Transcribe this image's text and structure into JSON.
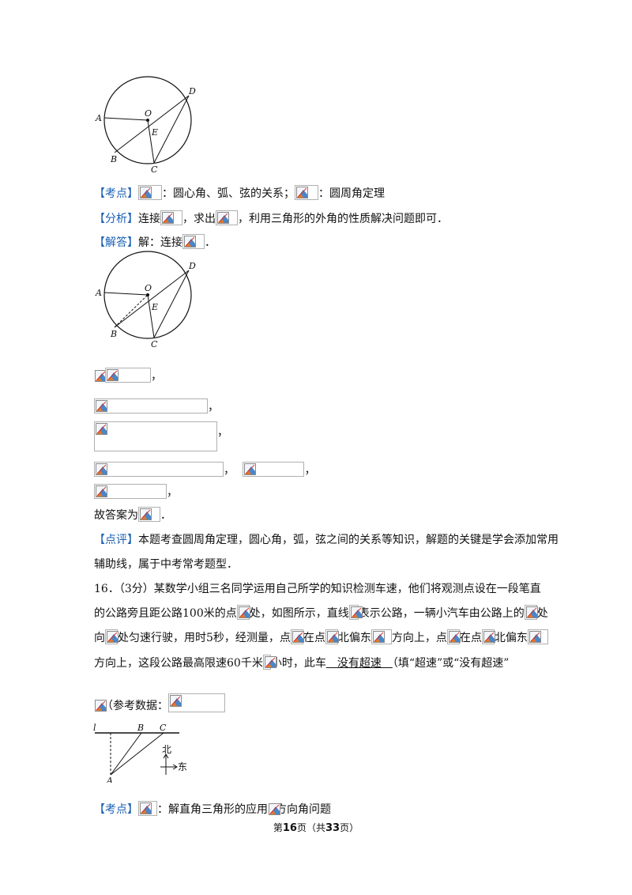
{
  "figure1": {
    "labels": {
      "A": "A",
      "B": "B",
      "C": "C",
      "D": "D",
      "O": "O",
      "E": "E"
    }
  },
  "figure2": {
    "labels": {
      "A": "A",
      "B": "B",
      "C": "C",
      "D": "D",
      "O": "O",
      "E": "E"
    }
  },
  "figure3": {
    "labels": {
      "l": "l",
      "A": "A",
      "B": "B",
      "C": "C",
      "north": "北",
      "east": "东"
    }
  },
  "kaodian1": {
    "bracket": "【考点】",
    "text1": "：圆心角、弧、弦的关系；",
    "text2": "：圆周角定理"
  },
  "fenxi": {
    "bracket": "【分析】",
    "text1": "连接",
    "text2": "，求出",
    "text3": "，利用三角形的外角的性质解决问题即可．"
  },
  "jieda": {
    "bracket": "【解答】",
    "text1": "解：连接",
    "text2": "．"
  },
  "steps": {
    "comma": "，",
    "comma2": "，"
  },
  "answer": {
    "text1": "故答案为",
    "text2": "．"
  },
  "dianping": {
    "bracket": "【点评】",
    "line1": "本题考查圆周角定理，圆心角，弧，弦之间的关系等知识，解题的关键是学会添加常用",
    "line2": "辅助线，属于中考常考题型．"
  },
  "q16": {
    "line1": "16．（3分）某数学小组三名同学运用自己所学的知识检测车速，他们将观测点设在一段笔直",
    "line2a": "的公路旁且距公路100米的点",
    "line2b": "处，如图所示，直线",
    "line2c": "表示公路，一辆小汽车由公路上的",
    "line2d": "处",
    "line3a": "向",
    "line3b": "处匀速行驶，用时5秒，经测量，点",
    "line3c": "在点",
    "line3d": "北偏东",
    "line3e": "方向上，点",
    "line3f": "在点",
    "line3g": "北偏东",
    "line4a": "方向上，这段公路最高限速60千米",
    "line4b": "小时，此车",
    "line4answer": "　没有超速　",
    "line4c": "（填“超速”或“没有超速”",
    "ref": "（参考数据："
  },
  "kaodian2": {
    "bracket": "【考点】",
    "text1": "：解直角三角形的应用",
    "text2": "方向角问题"
  },
  "footer": {
    "pre": "第",
    "page": "16",
    "mid": "页（共",
    "total": "33",
    "post": "页）"
  },
  "colors": {
    "bracket": "#1a5fb4"
  },
  "icons": [
    "broken-image-icon"
  ]
}
